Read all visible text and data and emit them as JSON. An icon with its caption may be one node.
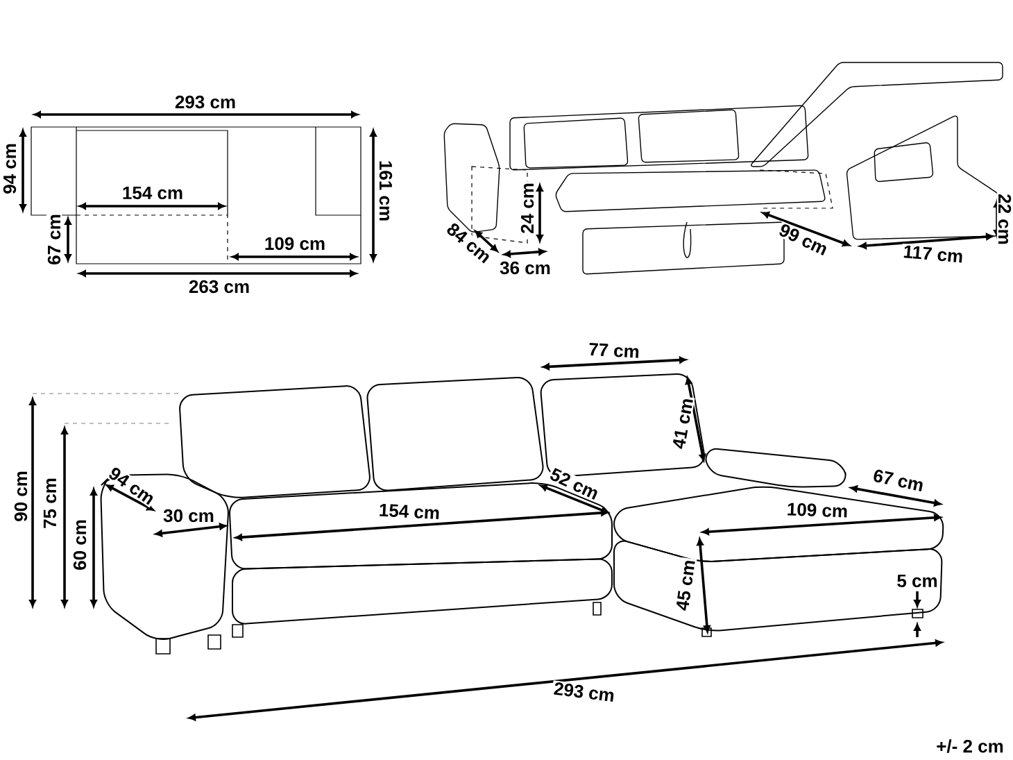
{
  "diagram": {
    "labels": [
      "293 cm",
      "94 cm",
      "161 cm",
      "154 cm",
      "67 cm",
      "109 cm",
      "263 cm",
      "24 cm",
      "22 cm",
      "84 cm",
      "99 cm",
      "117 cm",
      "36 cm",
      "77 cm",
      "41 cm",
      "90 cm",
      "75 cm",
      "94 cm",
      "52 cm",
      "67 cm",
      "60 cm",
      "30 cm",
      "154 cm",
      "109 cm",
      "45 cm",
      "5 cm",
      "293 cm",
      "+/- 2 cm"
    ]
  }
}
